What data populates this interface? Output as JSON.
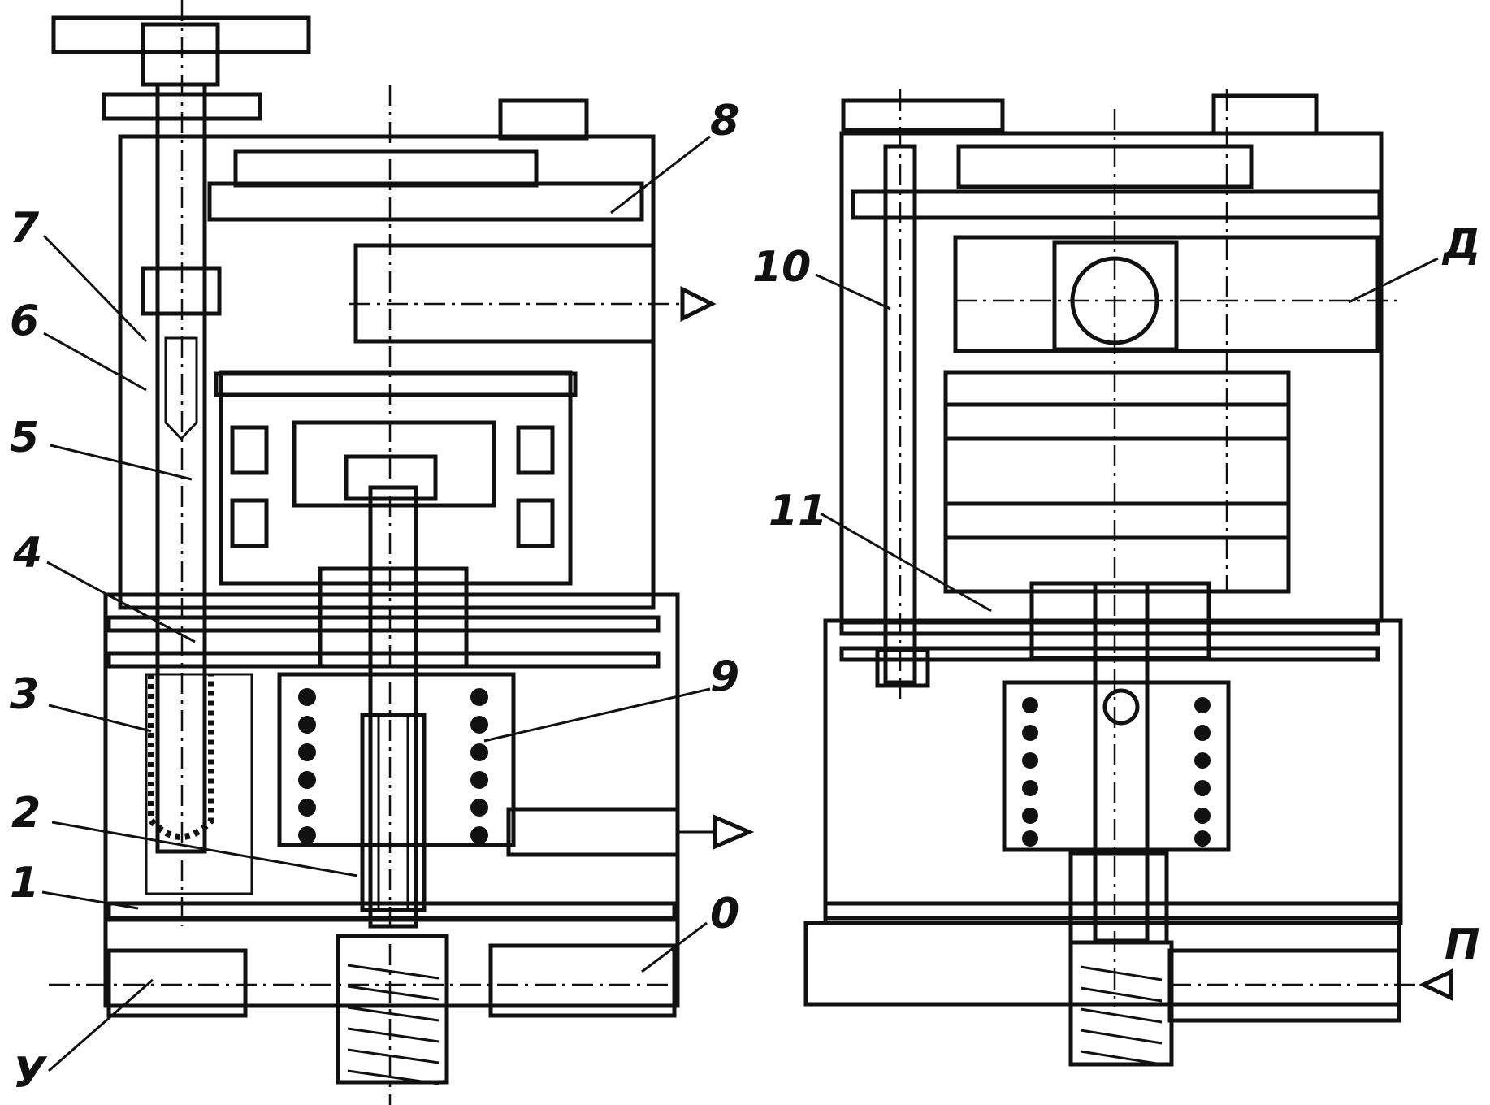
{
  "labels": {
    "l7": "7",
    "l6": "6",
    "l5": "5",
    "l4": "4",
    "l3": "3",
    "l2": "2",
    "l1": "1",
    "lY": "У",
    "l8": "8",
    "l9": "9",
    "l0": "0",
    "l10": "10",
    "l11": "11",
    "lD": "Д",
    "lP": "П"
  },
  "colors": {
    "ink": "#111111",
    "paper": "#ffffff"
  }
}
